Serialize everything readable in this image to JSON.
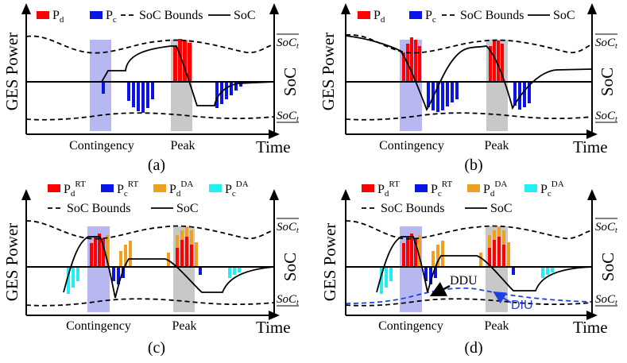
{
  "colors": {
    "pd": "#ff0000",
    "pc": "#0a14e6",
    "pd_da": "#f0a020",
    "pc_da": "#22f0f0",
    "contingency_shade": "#b7b7f2",
    "peak_shade": "#c8c8c8",
    "diu": "#1f3fe0"
  },
  "panels": [
    {
      "id": "a",
      "caption": "(a)",
      "legend": {
        "pd": "P",
        "pd_sub": "d",
        "pc": "P",
        "pc_sub": "c",
        "bounds": "SoC Bounds",
        "soc": "SoC"
      },
      "y_label": "GES Power",
      "right_label": "SoC",
      "upper_bound_label": "SoC",
      "upper_bound_sub": "t",
      "lower_bound_label": "SoC",
      "lower_bound_sub": "t",
      "x_label": "Time",
      "region_labels": {
        "contingency": "Contingency",
        "peak": "Peak"
      }
    },
    {
      "id": "b",
      "caption": "(b)",
      "legend": {
        "pd": "P",
        "pd_sub": "d",
        "pc": "P",
        "pc_sub": "c",
        "bounds": "SoC Bounds",
        "soc": "SoC"
      },
      "y_label": "GES Power",
      "right_label": "SoC",
      "upper_bound_label": "SoC",
      "upper_bound_sub": "t",
      "lower_bound_label": "SoC",
      "lower_bound_sub": "t",
      "x_label": "Time",
      "region_labels": {
        "contingency": "Contingency",
        "peak": "Peak"
      }
    },
    {
      "id": "c",
      "caption": "(c)",
      "legend": {
        "pd_rt": "P",
        "pd_rt_sub": "d",
        "pd_rt_sup": "RT",
        "pc_rt": "P",
        "pc_rt_sub": "c",
        "pc_rt_sup": "RT",
        "pd_da": "P",
        "pd_da_sub": "d",
        "pd_da_sup": "DA",
        "pc_da": "P",
        "pc_da_sub": "c",
        "pc_da_sup": "DA",
        "bounds": "SoC Bounds",
        "soc": "SoC"
      },
      "y_label": "GES Power",
      "right_label": "SoC",
      "upper_bound_label": "SoC",
      "upper_bound_sub": "t",
      "lower_bound_label": "SoC",
      "lower_bound_sub": "t",
      "x_label": "Time",
      "region_labels": {
        "contingency": "Contingency",
        "peak": "Peak"
      }
    },
    {
      "id": "d",
      "caption": "(d)",
      "legend": {
        "pd_rt": "P",
        "pd_rt_sub": "d",
        "pd_rt_sup": "RT",
        "pc_rt": "P",
        "pc_rt_sub": "c",
        "pc_rt_sup": "RT",
        "pd_da": "P",
        "pd_da_sub": "d",
        "pd_da_sup": "DA",
        "pc_da": "P",
        "pc_da_sub": "c",
        "pc_da_sup": "DA",
        "bounds": "SoC Bounds",
        "soc": "SoC"
      },
      "y_label": "GES Power",
      "right_label": "SoC",
      "upper_bound_label": "SoC",
      "upper_bound_sub": "t",
      "lower_bound_label": "SoC",
      "lower_bound_sub": "t",
      "x_label": "Time",
      "region_labels": {
        "contingency": "Contingency",
        "peak": "Peak"
      },
      "annotations": {
        "ddu": "DDU",
        "diu": "DIU"
      }
    }
  ]
}
